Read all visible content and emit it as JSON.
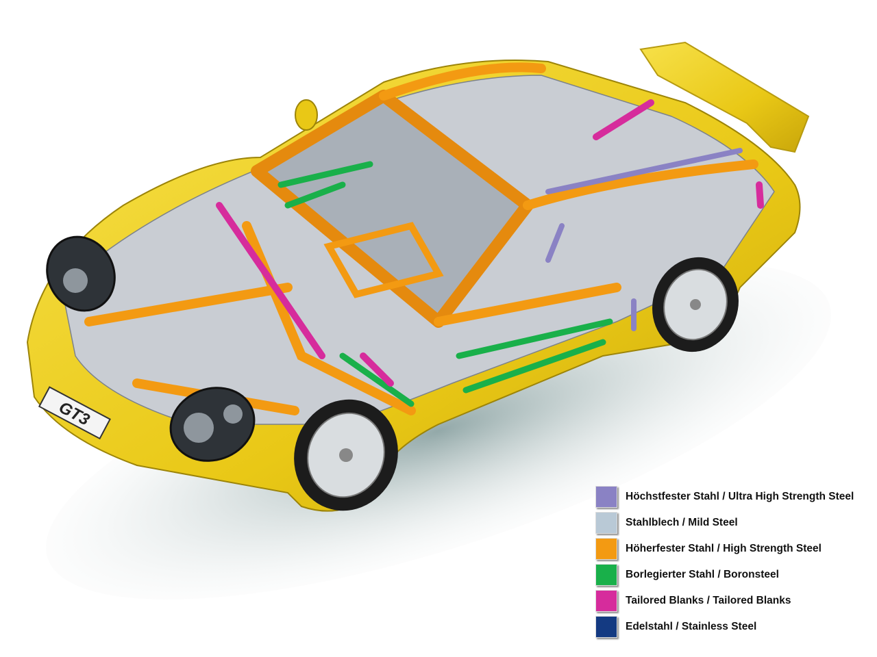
{
  "illustration": {
    "subject": "car-body-structure-cutaway",
    "plate_text": "GT3",
    "colors": {
      "body": "#f2d21e",
      "shadow": "#8fa6a6",
      "structure_gray": "#c8ccd2"
    }
  },
  "legend": {
    "items": [
      {
        "label": "Höchstfester Stahl / Ultra High Strength Steel",
        "color": "#8a82c4"
      },
      {
        "label": "Stahlblech / Mild Steel",
        "color": "#b9c9d6"
      },
      {
        "label": "Höherfester Stahl / High Strength Steel",
        "color": "#f39a12"
      },
      {
        "label": "Borlegierter Stahl / Boronsteel",
        "color": "#19b04a"
      },
      {
        "label": "Tailored Blanks / Tailored Blanks",
        "color": "#d62c9c"
      },
      {
        "label": "Edelstahl / Stainless Steel",
        "color": "#143a82"
      }
    ]
  }
}
